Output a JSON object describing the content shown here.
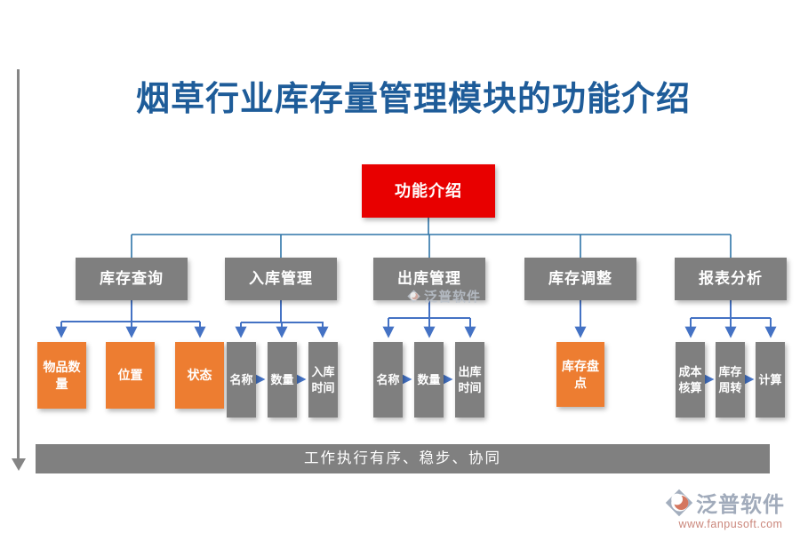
{
  "title": "烟草行业库存量管理模块的功能介绍",
  "root": {
    "label": "功能介绍"
  },
  "branches": [
    {
      "label": "库存查询",
      "children": [
        "物品数量",
        "位置",
        "状态"
      ]
    },
    {
      "label": "入库管理",
      "children": [
        "名称",
        "数量",
        "入库时间"
      ]
    },
    {
      "label": "出库管理",
      "children": [
        "名称",
        "数量",
        "出库时间"
      ]
    },
    {
      "label": "库存调整",
      "children": [
        "库存盘点"
      ]
    },
    {
      "label": "报表分析",
      "children": [
        "成本核算",
        "库存周转",
        "计算"
      ]
    }
  ],
  "bottom_banner": "工作执行有序、稳步、协同",
  "watermark": "泛普软件",
  "brand": {
    "name": "泛普软件",
    "url": "www.fanpusoft.com"
  },
  "colors": {
    "title-blue": "#1e5c99",
    "node-red": "#e80000",
    "node-gray": "#7f7f7f",
    "node-orange": "#ed7d31",
    "tree-line": "#2e75a8",
    "arrow-blue": "#4472c4",
    "banner-gray": "#808080",
    "brand-slate": "#97a3b4",
    "brand-url": "#c57a6d"
  }
}
